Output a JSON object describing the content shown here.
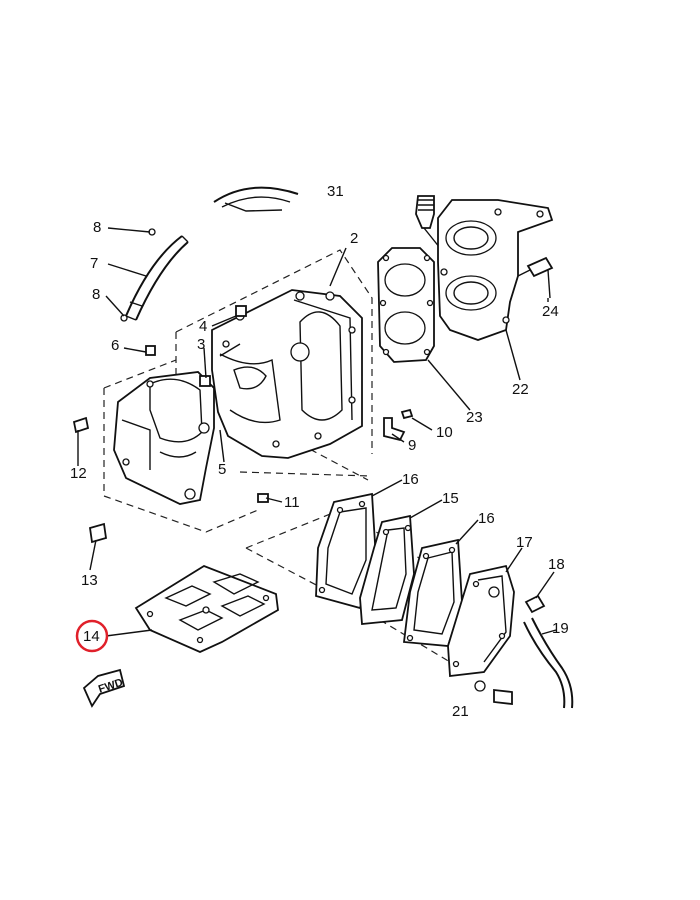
{
  "labels": {
    "l31": "31",
    "l8a": "8",
    "l7": "7",
    "l8b": "8",
    "l2": "2",
    "l4": "4",
    "l3": "3",
    "l6": "6",
    "l24": "24",
    "l22": "22",
    "l23": "23",
    "l10": "10",
    "l9": "9",
    "l12": "12",
    "l5": "5",
    "l11": "11",
    "l13": "13",
    "l16a": "16",
    "l15": "15",
    "l16b": "16",
    "l17": "17",
    "l18": "18",
    "l19": "19",
    "l14": "14",
    "l21": "21"
  },
  "fwd": "FWD",
  "highlight": {
    "part": "14",
    "color": "#e0202a"
  }
}
